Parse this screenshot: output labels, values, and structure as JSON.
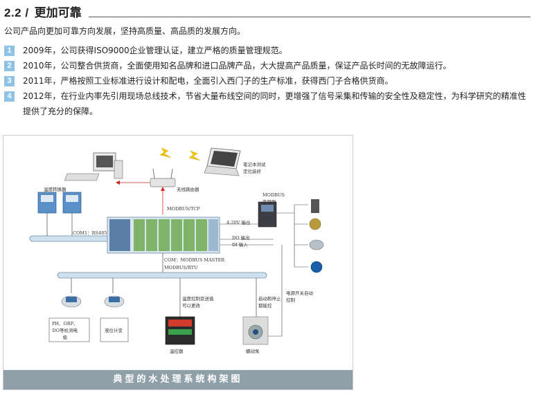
{
  "section": {
    "number": "2.2 /",
    "title": "更加可靠"
  },
  "intro": "公司产品向更加可靠方向发展，坚持高质量、高品质的发展方向。",
  "items": [
    {
      "badge": "1",
      "text": "2009年，公司获得ISO9000企业管理认证，建立严格的质量管理规范。"
    },
    {
      "badge": "2",
      "text": "2010年，公司整合供货商，全面使用知名品牌和进口品牌产品，大大提高产品质量，保证产品长时间的无故障运行。"
    },
    {
      "badge": "3",
      "text": "2011年，严格按照工业标准进行设计和配电，全面引入西门子的生产标准，获得西门子合格供货商。"
    },
    {
      "badge": "4",
      "text": "2012年，在行业内率先引用现场总线技术，节省大量布线空间的同时，更增强了信号采集和传输的安全性及稳定性，为科学研究的精准性提供了充分的保障。"
    }
  ],
  "figure": {
    "caption": "典型的水处理系统构架图",
    "labels": {
      "laptop": "笔记本测试\n定位装修",
      "router": "无线路由器",
      "meters": "温度转换器",
      "modbus_tcp": "MODBUS/TCP",
      "com1": "COM1：RS485",
      "com2": "COM：MODBUS MASTER",
      "modbus_rtu": "MODBUS/RTU",
      "inverter": "MODBUS\n变频器",
      "wire_4_20": "4-20V 输出",
      "do_out": "DO 输出",
      "di_in": "DI 输入",
      "sensor1": "PH、ORP、\nDO等检测电\n极",
      "sensor2": "液位计变",
      "temp_ctrl": "温度控制变送值\n可以更改",
      "start_stop": "启动和停止\n都能控",
      "pump_ctrl": "电源开关自动\n控制",
      "controller": "温控器",
      "peristaltic": "蠕动泵"
    }
  }
}
